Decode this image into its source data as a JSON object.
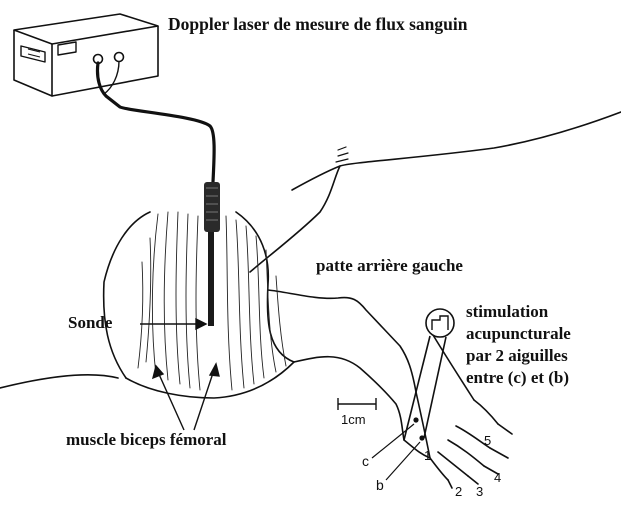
{
  "labels": {
    "device": "Doppler laser de mesure de flux sanguin",
    "leg": "patte arrière gauche",
    "probe": "Sonde",
    "muscle": "muscle biceps fémoral",
    "stim_lines": [
      "stimulation",
      "acupuncturale",
      "par 2 aiguilles",
      "entre (c) et (b)"
    ]
  },
  "scale_bar": {
    "label": "1cm"
  },
  "points": {
    "c": "c",
    "b": "b"
  },
  "toes": [
    "1",
    "2",
    "3",
    "4",
    "5"
  ]
}
